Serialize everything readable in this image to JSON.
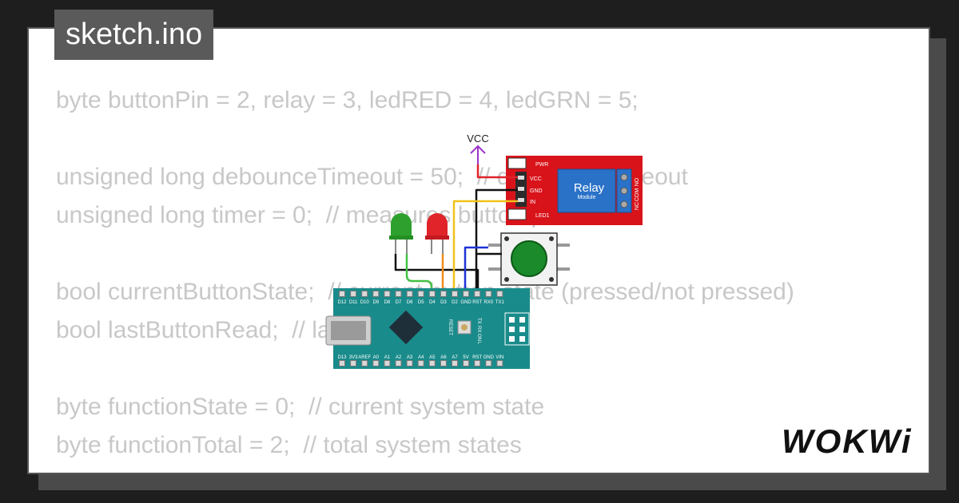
{
  "title": "sketch.ino",
  "code_lines": [
    "byte buttonPin = 2, relay = 3, ledRED = 4, ledGRN = 5;",
    "",
    "unsigned long debounceTimeout = 50;  // debounceTimeout",
    "unsigned long timer = 0;  // measures button press time",
    "",
    "bool currentButtonState;  // current button state (pressed/not pressed)",
    "bool lastButtonRead;  // last button reading",
    "",
    "byte functionState = 0;  // current system state",
    "byte functionTotal = 2;  // total system states"
  ],
  "logo_text": "WOKWi",
  "diagram": {
    "vcc_label": "VCC",
    "relay": {
      "title": "Relay",
      "subtitle": "Module",
      "pins": [
        "VCC",
        "GND",
        "IN"
      ],
      "pwr_label": "PWR",
      "led_label": "LED1",
      "contacts": [
        "NO",
        "COM",
        "NC"
      ]
    },
    "nano": {
      "top_pins": [
        "D12",
        "D11",
        "D10",
        "D9",
        "D8",
        "D7",
        "D6",
        "D5",
        "D4",
        "D3",
        "D2",
        "GND",
        "RST",
        "RX0",
        "TX1"
      ],
      "bottom_pins": [
        "D13",
        "3V3",
        "AREF",
        "A0",
        "A1",
        "A2",
        "A3",
        "A4",
        "A5",
        "A6",
        "A7",
        "5V",
        "RST",
        "GND",
        "VIN"
      ],
      "reset_label": "RESET",
      "side_labels": [
        "TX",
        "RX",
        "ON",
        "L"
      ]
    }
  },
  "colors": {
    "background": "#1e1e1e",
    "code_text": "#c8c8c8",
    "relay_board": "#d9131a",
    "nano_board": "#1a8b8b",
    "button_green": "#1a8a2a",
    "led_green": "#2ea02e",
    "led_red": "#e0242a",
    "wire_vcc": "#9a34c8"
  }
}
